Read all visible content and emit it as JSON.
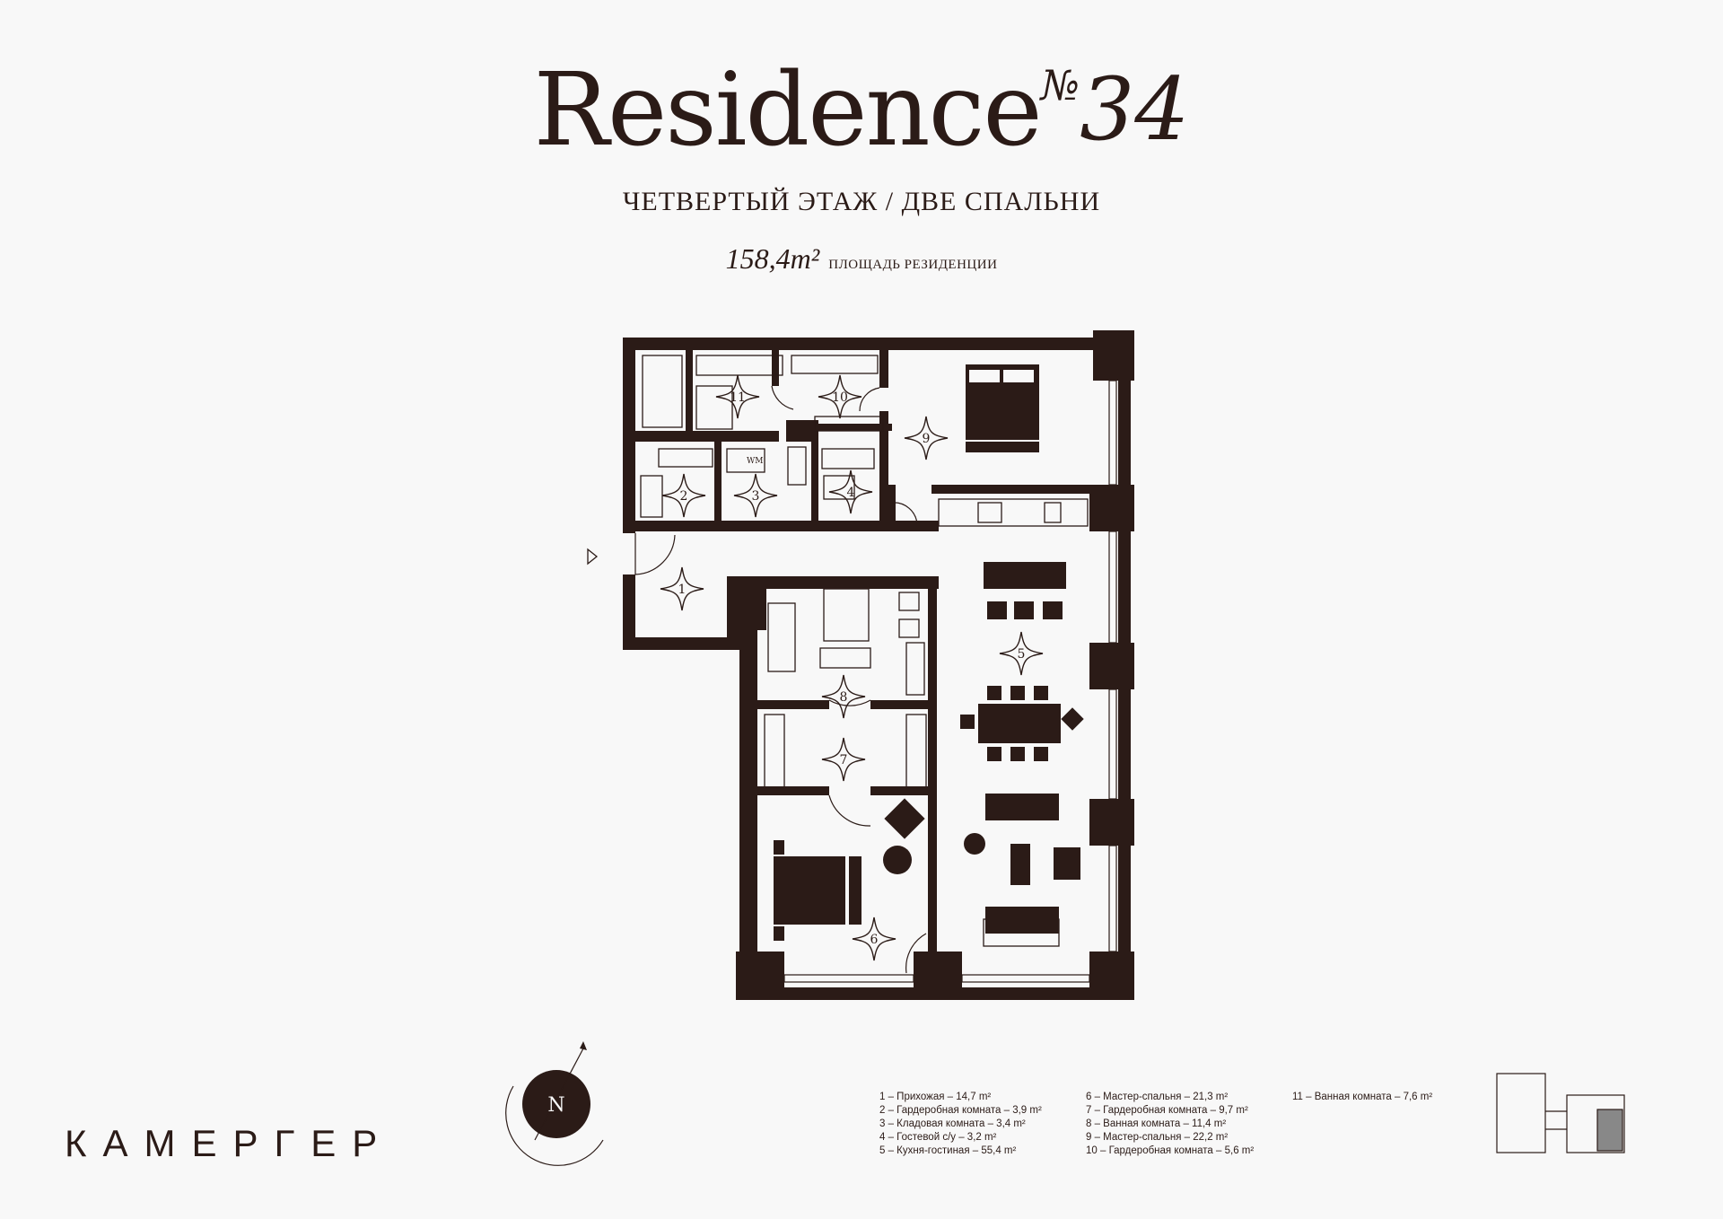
{
  "header": {
    "title_word": "Residence",
    "title_no": "№",
    "title_number": "34",
    "subtitle": "ЧЕТВЕРТЫЙ ЭТАЖ / ДВЕ СПАЛЬНИ",
    "area_value": "158,4m²",
    "area_label": "ПЛОЩАДЬ РЕЗИДЕНЦИИ"
  },
  "brand": "КАМЕРГЕР",
  "compass": {
    "letter": "N"
  },
  "rooms": [
    {
      "num": "1",
      "text": "1 – Прихожая – 14,7 m²"
    },
    {
      "num": "2",
      "text": "2 – Гардеробная комната – 3,9 m²"
    },
    {
      "num": "3",
      "text": "3 – Кладовая комната – 3,4 m²"
    },
    {
      "num": "4",
      "text": "4 – Гостевой с/у – 3,2 m²"
    },
    {
      "num": "5",
      "text": "5 – Кухня-гостиная – 55,4 m²"
    },
    {
      "num": "6",
      "text": "6 – Мастер-спальня – 21,3 m²"
    },
    {
      "num": "7",
      "text": "7 – Гардеробная комната – 9,7 m²"
    },
    {
      "num": "8",
      "text": "8 – Ванная комната – 11,4 m²"
    },
    {
      "num": "9",
      "text": "9 – Мастер-спальня – 22,2 m²"
    },
    {
      "num": "10",
      "text": "10 – Гардеробная комната – 5,6 m²"
    },
    {
      "num": "11",
      "text": "11 – Ванная комната – 7,6 m²"
    }
  ],
  "plan_labels": {
    "washer": "WM"
  },
  "colors": {
    "wall": "#2b1b17",
    "background": "#f8f8f8",
    "highlight": "#888888"
  }
}
